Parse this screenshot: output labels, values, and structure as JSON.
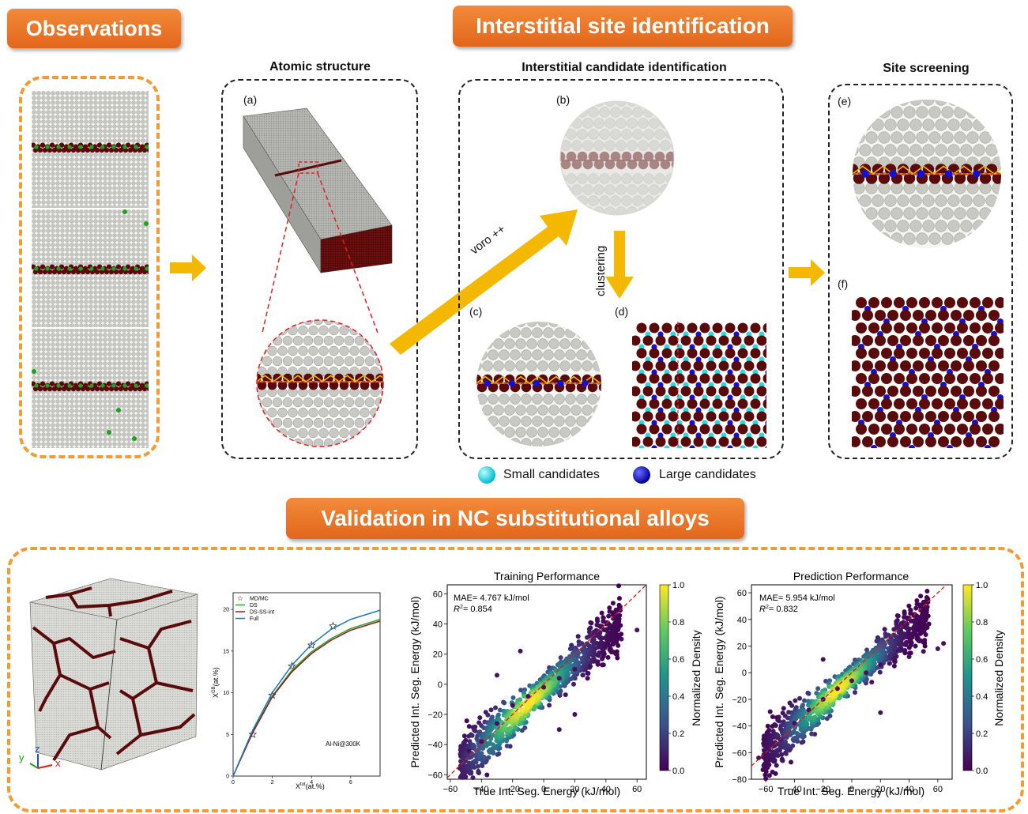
{
  "banners": {
    "observations": "Observations",
    "site_identification": "Interstitial site identification",
    "validation": "Validation in NC substitutional alloys"
  },
  "sections": {
    "atomic_structure": "Atomic structure",
    "candidate_identification": "Interstitial candidate identification",
    "site_screening": "Site screening"
  },
  "panels": {
    "a": "(a)",
    "b": "(b)",
    "c": "(c)",
    "d": "(d)",
    "e": "(e)",
    "f": "(f)"
  },
  "arrows": {
    "voro": "voro ++",
    "clustering": "clustering"
  },
  "legend": {
    "small": "Small candidates",
    "large": "Large candidates"
  },
  "colors": {
    "orange": "#f39a33",
    "arrow_yellow": "#f5b800",
    "dark_red": "#5a0a0a",
    "atom_gray": "#c8c8c4",
    "cyan": "#2fd7e6",
    "blue": "#1010d8",
    "green": "#1ea31e"
  },
  "cube_axes": {
    "z": "z",
    "y": "y",
    "x": "x"
  },
  "isotherm": {
    "legend": [
      "MD/MC",
      "DS",
      "DS-SS-int",
      "Full"
    ],
    "annotation": "Al-Ni@300K",
    "xlabel": "X",
    "xlabel_sup": "tot",
    "xlabel_unit": "(at.%)",
    "ylabel": "X",
    "ylabel_sup": "GB",
    "ylabel_unit": "(at.%)",
    "xticks": [
      "0",
      "2",
      "4",
      "6"
    ],
    "yticks": [
      "0",
      "5",
      "10",
      "15",
      "20"
    ]
  },
  "chart_data": [
    {
      "type": "line",
      "xlabel": "X^tot(at.%)",
      "ylabel": "X^GB(at.%)",
      "xlim": [
        0,
        7.5
      ],
      "ylim": [
        0,
        22
      ],
      "annotations": [
        "Al-Ni@300K"
      ],
      "series": [
        {
          "name": "MD/MC",
          "marker": "star",
          "x": [
            1,
            2,
            3,
            4,
            5.1
          ],
          "y": [
            5,
            9.7,
            13.2,
            15.7,
            18
          ]
        },
        {
          "name": "DS",
          "color": "#2ca02c",
          "x": [
            0,
            1,
            2,
            3,
            4,
            5,
            6,
            7.5
          ],
          "y": [
            0,
            5.3,
            9.6,
            12.7,
            14.9,
            16.5,
            17.7,
            18.8
          ]
        },
        {
          "name": "DS-SS-int",
          "color": "#8b1a1a",
          "x": [
            0,
            1,
            2,
            3,
            4,
            5,
            6,
            7.5
          ],
          "y": [
            0,
            5.2,
            9.5,
            12.5,
            14.7,
            16.3,
            17.5,
            18.6
          ]
        },
        {
          "name": "Full",
          "color": "#1f77b4",
          "x": [
            0,
            1,
            2,
            3,
            4,
            5,
            6,
            7.5
          ],
          "y": [
            0,
            5.5,
            10,
            13.3,
            15.8,
            17.6,
            18.8,
            19.9
          ]
        }
      ]
    },
    {
      "type": "scatter",
      "title": "Training Performance",
      "xlabel": "True Int. Seg. Energy (kJ/mol)",
      "ylabel": "Predicted Int. Seg. Energy (kJ/mol)",
      "xlim": [
        -62,
        66
      ],
      "ylim": [
        -63,
        66
      ],
      "xticks": [
        -60,
        -40,
        -20,
        0,
        20,
        40,
        60
      ],
      "yticks": [
        -60,
        -40,
        -20,
        0,
        20,
        40,
        60
      ],
      "annotations": [
        "MAE= 4.767 kJ/mol",
        "R2= 0.854"
      ],
      "mae": "MAE= 4.767 kJ/mol",
      "r2": "= 0.854",
      "colorbar": {
        "label": "Normalized Density",
        "ticks": [
          "0.0",
          "0.2",
          "0.4",
          "0.6",
          "0.8",
          "1.0"
        ]
      },
      "sample_points": [
        [
          -48,
          -44
        ],
        [
          -40,
          -38
        ],
        [
          -30,
          -26
        ],
        [
          -20,
          -14
        ],
        [
          -10,
          -8
        ],
        [
          0,
          -2
        ],
        [
          10,
          4
        ],
        [
          20,
          10
        ],
        [
          30,
          12
        ],
        [
          38,
          22
        ],
        [
          50,
          30
        ],
        [
          60,
          36
        ],
        [
          -30,
          6
        ],
        [
          -15,
          22
        ],
        [
          20,
          -20
        ],
        [
          10,
          -30
        ]
      ]
    },
    {
      "type": "scatter",
      "title": "Prediction Performance",
      "xlabel": "True Int. Seg. Energy (kJ/mol)",
      "ylabel": "Predicted Int. Seg. Energy (kJ/mol)",
      "xlim": [
        -70,
        70
      ],
      "ylim": [
        -80,
        66
      ],
      "xticks": [
        -60,
        -40,
        -20,
        0,
        20,
        40,
        60
      ],
      "yticks": [
        -80,
        -60,
        -40,
        -20,
        0,
        20,
        40,
        60
      ],
      "annotations": [
        "MAE= 5.954 kJ/mol",
        "R2= 0.832"
      ],
      "mae": "MAE= 5.954 kJ/mol",
      "r2": "= 0.832",
      "colorbar": {
        "label": "Normalized Density",
        "ticks": [
          "0.0",
          "0.2",
          "0.4",
          "0.6",
          "0.8",
          "1.0"
        ]
      },
      "sample_points": [
        [
          -65,
          -64
        ],
        [
          -50,
          -50
        ],
        [
          -40,
          -38
        ],
        [
          -30,
          -28
        ],
        [
          -20,
          -20
        ],
        [
          -10,
          -12
        ],
        [
          0,
          -6
        ],
        [
          10,
          0
        ],
        [
          20,
          6
        ],
        [
          30,
          10
        ],
        [
          40,
          12
        ],
        [
          50,
          16
        ],
        [
          60,
          18
        ],
        [
          64,
          22
        ],
        [
          -20,
          10
        ],
        [
          20,
          -30
        ]
      ]
    }
  ]
}
